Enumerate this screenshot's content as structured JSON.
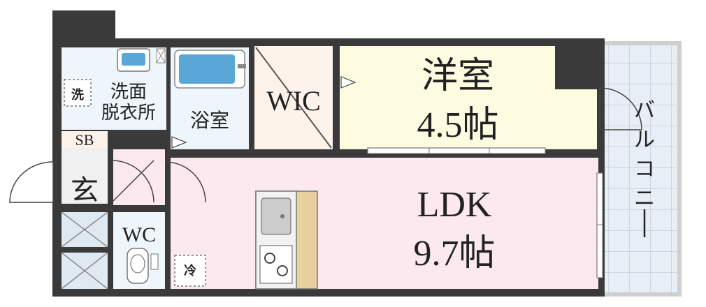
{
  "rooms": {
    "western_room": {
      "name": "洋室",
      "size": "4.5帖"
    },
    "ldk": {
      "name": "LDK",
      "size": "9.7帖"
    },
    "wic": {
      "name": "WIC"
    },
    "bath": {
      "name": "浴室"
    },
    "washroom": {
      "line1": "洗面",
      "line2": "脱衣所"
    },
    "washer_badge": "洗",
    "shoe_box": "SB",
    "entrance": "玄",
    "toilet": "WC",
    "fridge_badge": "冷",
    "balcony": [
      "バ",
      "ル",
      "コ",
      "ニ",
      "ー"
    ]
  },
  "colors": {
    "wall": "#3a3a3a",
    "western_room": "#fdfbe0",
    "ldk": "#fbe9ef",
    "wic": "#fdf3ea",
    "wet_area": "#eef5fb",
    "balcony": "#e8eef5",
    "bathtub": "#5aa6d6",
    "counter": "#e8cf9e"
  }
}
